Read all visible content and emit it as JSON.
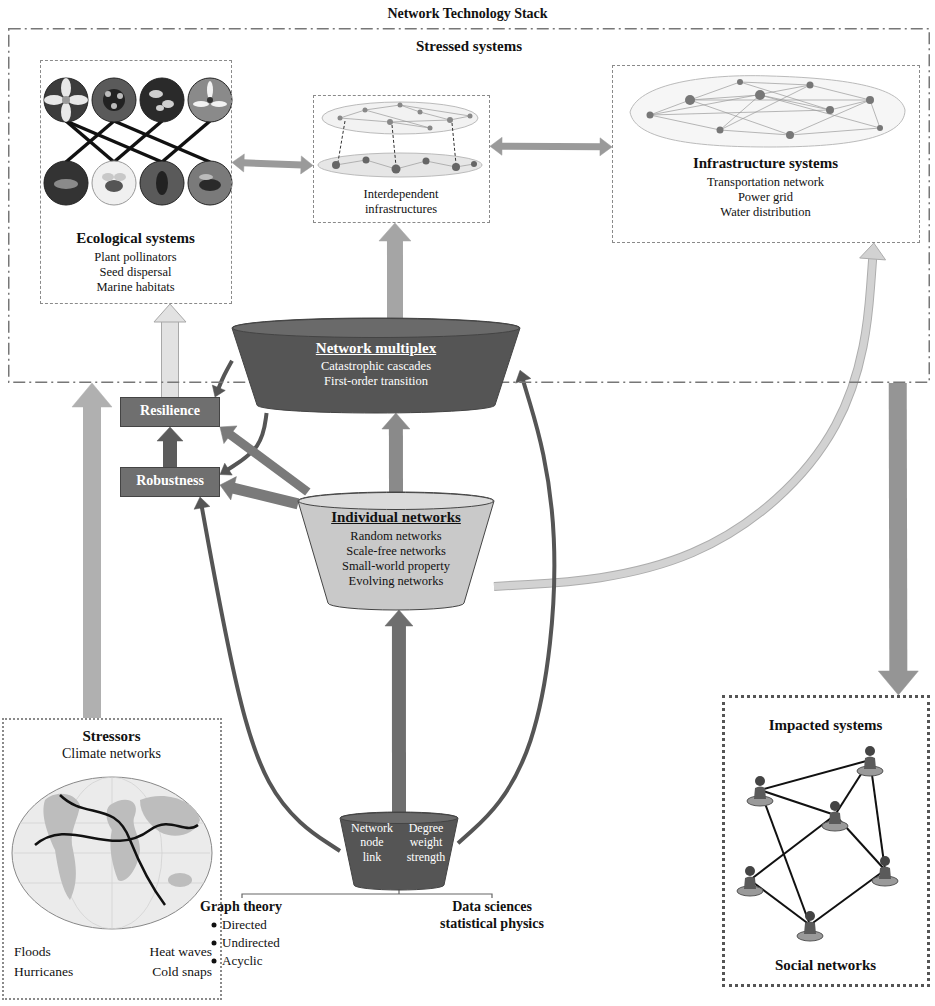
{
  "diagram": {
    "title": "Network Technology Stack",
    "nodes": [
      {
        "text": [
          "Stressed systems"
        ]
      },
      {
        "text": [
          "Ecological systems",
          "Plant pollinators Seed dispersal Marine habitats"
        ],
        "in": 0
      },
      {
        "text": [
          "Interdependent infrastructures"
        ],
        "in": 0
      },
      {
        "text": [
          "Infrastructure systems",
          "Transportation network Power grid Water distribution"
        ],
        "in": 0
      },
      {
        "text": [
          "Network multiplex",
          "Catastrophic cascades First-order transition"
        ]
      },
      {
        "text": [
          "Resilience"
        ]
      },
      {
        "text": [
          "Robustness"
        ]
      },
      {
        "text": [
          "Individual networks",
          "Random networks Scale-free networks Small-world property Evolving networks"
        ]
      },
      {
        "text": [
          "Stressors",
          "Climate networks",
          "Floods",
          "Heat waves",
          "Hurricanes",
          "Cold snaps"
        ]
      },
      {
        "text": [
          "Impacted systems",
          "Social networks"
        ]
      },
      {
        "text": [
          "Network node link",
          "Degree weight strength"
        ]
      }
    ],
    "edges": [
      {
        "from": 1,
        "to": 2,
        "arrow": "both"
      },
      {
        "from": 2,
        "to": 3,
        "arrow": "both"
      },
      {
        "from": 4,
        "to": 2,
        "arrow": "to"
      },
      {
        "from": 7,
        "to": 4,
        "arrow": "to"
      },
      {
        "from": 10,
        "to": 7,
        "arrow": "to"
      },
      {
        "from": 6,
        "to": 5,
        "arrow": "to"
      },
      {
        "from": 5,
        "to": 1,
        "arrow": "to"
      },
      {
        "from": 4,
        "to": 5,
        "arrow": "to"
      },
      {
        "from": 4,
        "to": 6,
        "arrow": "to"
      },
      {
        "from": 7,
        "to": 5,
        "arrow": "to"
      },
      {
        "from": 7,
        "to": 6,
        "arrow": "to"
      },
      {
        "from": 7,
        "to": 3,
        "arrow": "to"
      },
      {
        "from": 10,
        "to": 6,
        "arrow": "to"
      },
      {
        "from": 10,
        "to": 4,
        "arrow": "to"
      },
      {
        "from": 8,
        "to": 0,
        "arrow": "to"
      },
      {
        "from": 0,
        "to": 9,
        "arrow": "to"
      }
    ],
    "labels": [
      "Graph theory",
      "Directed",
      "Undirected",
      "Acyclic",
      "Data sciences statistical physics"
    ]
  }
}
